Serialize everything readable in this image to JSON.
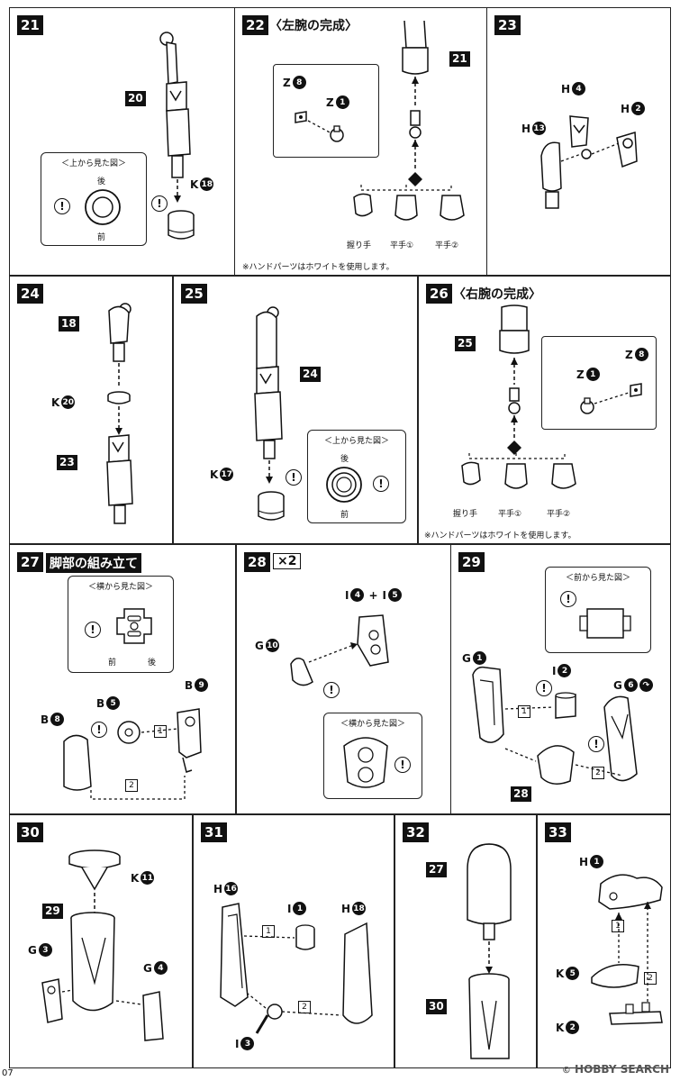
{
  "steps": [
    {
      "no": "21",
      "title": "",
      "view_title": "＜上から見た図＞",
      "front": "前",
      "back": "後",
      "parts": {
        "a": "20",
        "b_letter": "K",
        "b_num": "18"
      }
    },
    {
      "no": "22",
      "title": "〈左腕の完成〉",
      "parts": {
        "z8_letter": "Z",
        "z8_num": "8",
        "z1_letter": "Z",
        "z1_num": "1",
        "target": "21"
      },
      "hands": [
        "握り手",
        "平手①",
        "平手②"
      ],
      "note": "※ハンドパーツはホワイトを使用します。"
    },
    {
      "no": "23",
      "title": "",
      "parts": {
        "h4_letter": "H",
        "h4_num": "4",
        "h2_letter": "H",
        "h2_num": "2",
        "h13_letter": "H",
        "h13_num": "13"
      }
    },
    {
      "no": "24",
      "title": "",
      "parts": {
        "a": "18",
        "k_letter": "K",
        "k_num": "20",
        "b": "23"
      }
    },
    {
      "no": "25",
      "title": "",
      "view_title": "＜上から見た図＞",
      "front": "前",
      "back": "後",
      "parts": {
        "a": "24",
        "k_letter": "K",
        "k_num": "17"
      }
    },
    {
      "no": "26",
      "title": "〈右腕の完成〉",
      "parts": {
        "target": "25",
        "z1_letter": "Z",
        "z1_num": "1",
        "z8_letter": "Z",
        "z8_num": "8"
      },
      "hands": [
        "握り手",
        "平手①",
        "平手②"
      ],
      "note": "※ハンドパーツはホワイトを使用します。"
    },
    {
      "no": "27",
      "title": "脚部の組み立て",
      "view_title": "＜横から見た図＞",
      "front": "前",
      "back": "後",
      "parts": {
        "b9_letter": "B",
        "b9_num": "9",
        "b5_letter": "B",
        "b5_num": "5",
        "b8_letter": "B",
        "b8_num": "8"
      },
      "order": [
        "1",
        "2"
      ]
    },
    {
      "no": "28",
      "title": "×2",
      "view_title": "＜横から見た図＞",
      "parts": {
        "i4_letter": "I",
        "i4_num": "4",
        "plus": "+",
        "i5_letter": "I",
        "i5_num": "5",
        "g10_letter": "G",
        "g10_num": "10"
      }
    },
    {
      "no": "29",
      "title": "",
      "view_title": "＜前から見た図＞",
      "parts": {
        "g1_letter": "G",
        "g1_num": "1",
        "i2_letter": "I",
        "i2_num": "2",
        "g6_letter": "G",
        "g6_num": "6",
        "sub": "28"
      },
      "order": [
        "1",
        "2"
      ]
    },
    {
      "no": "30",
      "title": "",
      "parts": {
        "k11_letter": "K",
        "k11_num": "11",
        "sub": "29",
        "g3_letter": "G",
        "g3_num": "3",
        "g4_letter": "G",
        "g4_num": "4"
      }
    },
    {
      "no": "31",
      "title": "",
      "parts": {
        "h16_letter": "H",
        "h16_num": "16",
        "i1_letter": "I",
        "i1_num": "1",
        "h18_letter": "H",
        "h18_num": "18",
        "i3_letter": "I",
        "i3_num": "3"
      },
      "order": [
        "1",
        "2"
      ]
    },
    {
      "no": "32",
      "title": "",
      "parts": {
        "a": "27",
        "b": "30"
      }
    },
    {
      "no": "33",
      "title": "",
      "parts": {
        "h1_letter": "H",
        "h1_num": "1",
        "k5_letter": "K",
        "k5_num": "5",
        "k2_letter": "K",
        "k2_num": "2"
      },
      "order": [
        "1",
        "2"
      ]
    }
  ],
  "warning_mark": "!",
  "page_number": "07",
  "watermark": "HOBBY SEARCH",
  "watermark_symbol": "©"
}
